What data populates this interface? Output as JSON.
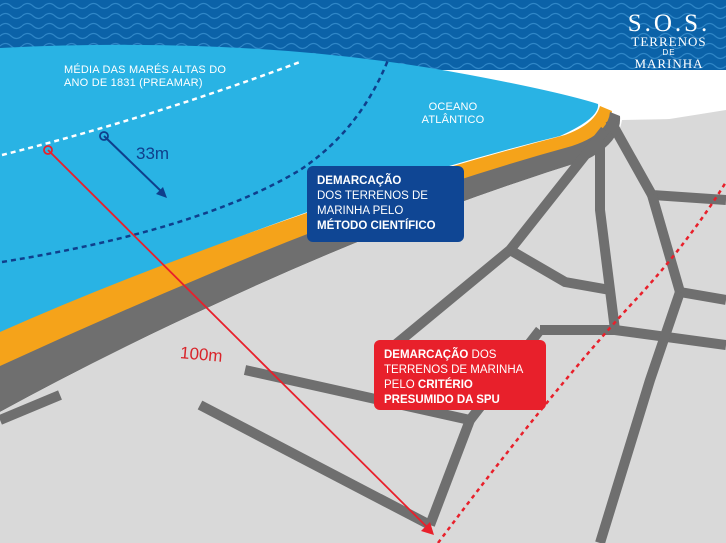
{
  "logo": {
    "line1": "S.O.S.",
    "line2": "TERRENOS",
    "line3": "DE",
    "line4": "MARINHA"
  },
  "labels": {
    "preamar_line1": "MÉDIA DAS MARÉS ALTAS DO",
    "preamar_line2": "ANO DE 1831 (PREAMAR)",
    "ocean_line1": "OCEANO",
    "ocean_line2": "ATLÂNTICO",
    "distance_scientific": "33m",
    "distance_presumed": "100m"
  },
  "callout_scientific": {
    "bold_1": "DEMARCAÇÃO",
    "line_2": "DOS TERRENOS DE",
    "line_3": "MARINHA PELO",
    "bold_4": "MÉTODO CIENTÍFICO"
  },
  "callout_presumed": {
    "bold_1": "DEMARCAÇÃO",
    "text_1": " DOS",
    "line_2": "TERRENOS DE MARINHA",
    "text_3": "PELO ",
    "bold_3": "CRITÉRIO",
    "bold_4": "PRESUMIDO DA SPU"
  },
  "colors": {
    "sky_band": "#0b62a8",
    "ocean": "#29b3e4",
    "sand": "#f5a31a",
    "road": "#6f6f6f",
    "land": "#d9d9d9",
    "scientific": "#0f4694",
    "presumed": "#e8202b"
  }
}
